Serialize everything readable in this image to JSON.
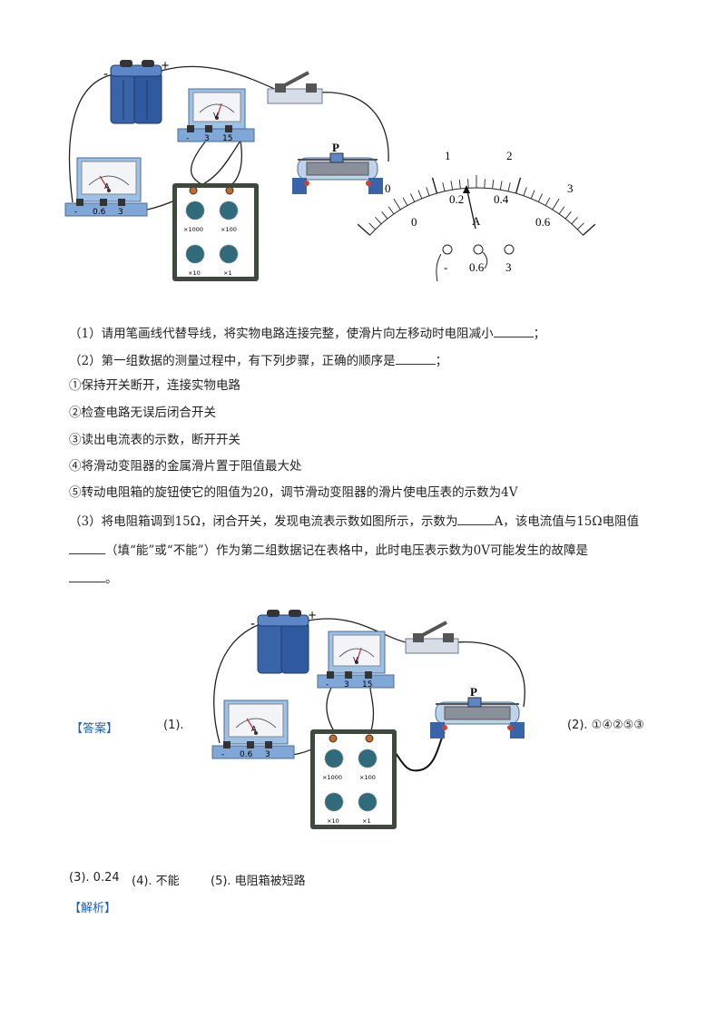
{
  "figure1": {
    "battery_minus": "-",
    "battery_plus": "+",
    "voltmeter_symbol": "V",
    "voltmeter_terminals": [
      "-",
      "3",
      "15"
    ],
    "ammeter_symbol": "A",
    "ammeter_terminals": [
      "-",
      "0.6",
      "3"
    ],
    "rheostat_label": "P",
    "box_multipliers": [
      "×1000",
      "×100",
      "×10",
      "×1"
    ],
    "dial_scale_top": [
      "0",
      "1",
      "2",
      "3"
    ],
    "dial_scale_bottom": [
      "0",
      "0.2",
      "0.4",
      "0.6"
    ],
    "dial_symbol": "A",
    "dial_terminals": [
      "-",
      "0.6",
      "3"
    ]
  },
  "questions": {
    "q1_a": "（1）请用笔画线代替导线，将实物电路连接完整，使滑片向左移动时电阻减小",
    "q1_b": "；",
    "q2_a": "（2）第一组数据的测量过程中，有下列步骤，正确的顺序是",
    "q2_b": "；",
    "step1": "①保持开关断开，连接实物电路",
    "step2": "②检查电路无误后闭合开关",
    "step3": "③读出电流表的示数，断开开关",
    "step4": "④将滑动变阻器的金属滑片置于阻值最大处",
    "step5": "⑤转动电阻箱的旋钮使它的阻值为20，调节滑动变阻器的滑片使电压表的示数为4V",
    "q3_a": "（3）将电阻箱调到15Ω，闭合开关，发现电流表示数如图所示，示数为",
    "q3_b": "A，该电流值与15Ω电阻值",
    "q3_c": "（填“能”或“不能”）作为第二组数据记在表格中，此时电压表示数为0V可能发生的故障是",
    "q3_d": "。"
  },
  "answer": {
    "tag": "【答案】",
    "a1_label": "(1).",
    "a2": "(2). ①④②⑤③",
    "a3": "(3). 0.24",
    "a4": "(4). 不能",
    "a5": "(5). 电阻箱被短路",
    "analysis_tag": "【解析】"
  },
  "colors": {
    "battery": "#3a64a8",
    "meter_face": "#f2f4f8",
    "meter_base": "#7fa8d8",
    "box_frame": "#3d4a3d",
    "box_face": "#ffffff",
    "knob": "#2f6b7a",
    "terminal_red": "#d04030",
    "tag_blue": "#1f5fb5"
  }
}
